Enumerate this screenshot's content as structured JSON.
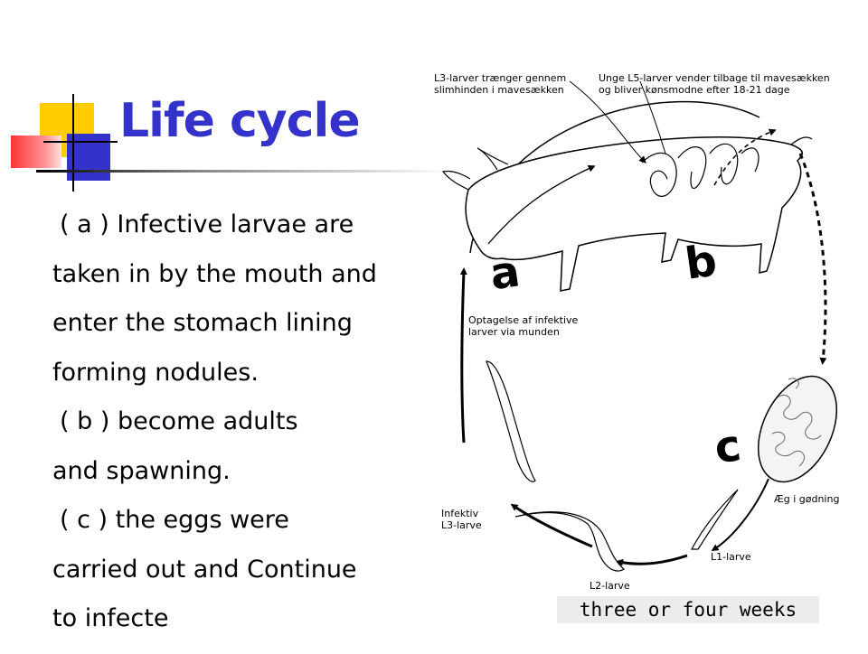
{
  "slide": {
    "title": "Life cycle",
    "body_lines": [
      "( a ) Infective larvae are",
      "taken in by the mouth and",
      "enter the stomach lining",
      "forming nodules.",
      "( b ) become adults",
      "and spawning.",
      "( c ) the eggs were",
      "carried out and Continue",
      "to infecte"
    ],
    "caption": "three or four weeks"
  },
  "diagram": {
    "labels": {
      "top_left_1": "L3-larver trænger gennem",
      "top_left_2": "slimhinden i mavesækken",
      "top_right_1": "Unge L5-larver vender tilbage til mavesækken",
      "top_right_2": "og bliver kønsmodne efter 18-21 dage",
      "intake_1": "Optagelse af infektive",
      "intake_2": "larver via munden",
      "eggs": "Æg i gødning",
      "l1": "L1-larve",
      "l2": "L2-larve",
      "l3_1": "Infektiv",
      "l3_2": "L3-larve"
    },
    "stage_letters": {
      "a": "a",
      "b": "b",
      "c": "c"
    }
  },
  "colors": {
    "title": "#3333cc",
    "deco_yellow": "#ffcc00",
    "deco_blue": "#3333cc",
    "deco_red": "#ff3333"
  }
}
